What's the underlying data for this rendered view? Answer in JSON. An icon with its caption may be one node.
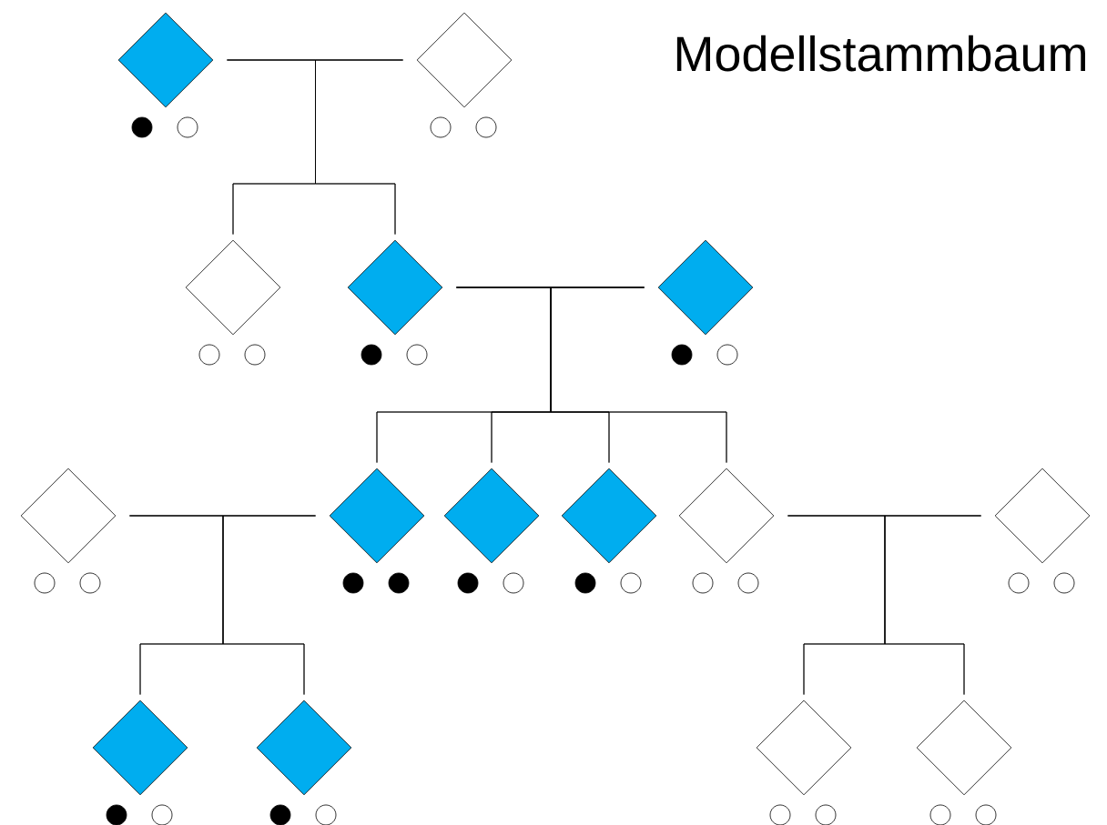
{
  "diagram": {
    "title": "Modellstammbaum",
    "nodes": [
      {
        "text": [],
        "shape": "diamond"
      },
      {
        "text": [],
        "shape": "diamond"
      },
      {
        "text": [],
        "shape": "diamond"
      },
      {
        "text": [],
        "shape": "diamond"
      },
      {
        "text": [],
        "shape": "diamond"
      },
      {
        "text": [],
        "shape": "diamond"
      },
      {
        "text": [],
        "shape": "diamond"
      },
      {
        "text": [],
        "shape": "diamond"
      },
      {
        "text": [],
        "shape": "diamond"
      },
      {
        "text": [],
        "shape": "diamond"
      },
      {
        "text": [],
        "shape": "diamond"
      },
      {
        "text": [],
        "shape": "diamond"
      },
      {
        "text": [],
        "shape": "diamond"
      },
      {
        "text": [],
        "shape": "diamond"
      },
      {
        "text": [],
        "shape": "diamond"
      }
    ],
    "edges": [
      {
        "from": 0,
        "to": 1,
        "arrow": "none"
      },
      {
        "from": 0,
        "to": 2,
        "arrow": "none"
      },
      {
        "from": 1,
        "to": 2,
        "arrow": "none"
      },
      {
        "from": 0,
        "to": 3,
        "arrow": "none"
      },
      {
        "from": 1,
        "to": 3,
        "arrow": "none"
      },
      {
        "from": 3,
        "to": 4,
        "arrow": "none"
      },
      {
        "from": 3,
        "to": 6,
        "arrow": "none"
      },
      {
        "from": 4,
        "to": 6,
        "arrow": "none"
      },
      {
        "from": 3,
        "to": 7,
        "arrow": "none"
      },
      {
        "from": 4,
        "to": 7,
        "arrow": "none"
      },
      {
        "from": 3,
        "to": 8,
        "arrow": "none"
      },
      {
        "from": 4,
        "to": 8,
        "arrow": "none"
      },
      {
        "from": 3,
        "to": 9,
        "arrow": "none"
      },
      {
        "from": 4,
        "to": 9,
        "arrow": "none"
      },
      {
        "from": 5,
        "to": 6,
        "arrow": "none"
      },
      {
        "from": 5,
        "to": 11,
        "arrow": "none"
      },
      {
        "from": 6,
        "to": 11,
        "arrow": "none"
      },
      {
        "from": 5,
        "to": 12,
        "arrow": "none"
      },
      {
        "from": 6,
        "to": 12,
        "arrow": "none"
      },
      {
        "from": 9,
        "to": 10,
        "arrow": "none"
      },
      {
        "from": 9,
        "to": 13,
        "arrow": "none"
      },
      {
        "from": 10,
        "to": 13,
        "arrow": "none"
      },
      {
        "from": 9,
        "to": 14,
        "arrow": "none"
      },
      {
        "from": 10,
        "to": 14,
        "arrow": "none"
      }
    ]
  }
}
